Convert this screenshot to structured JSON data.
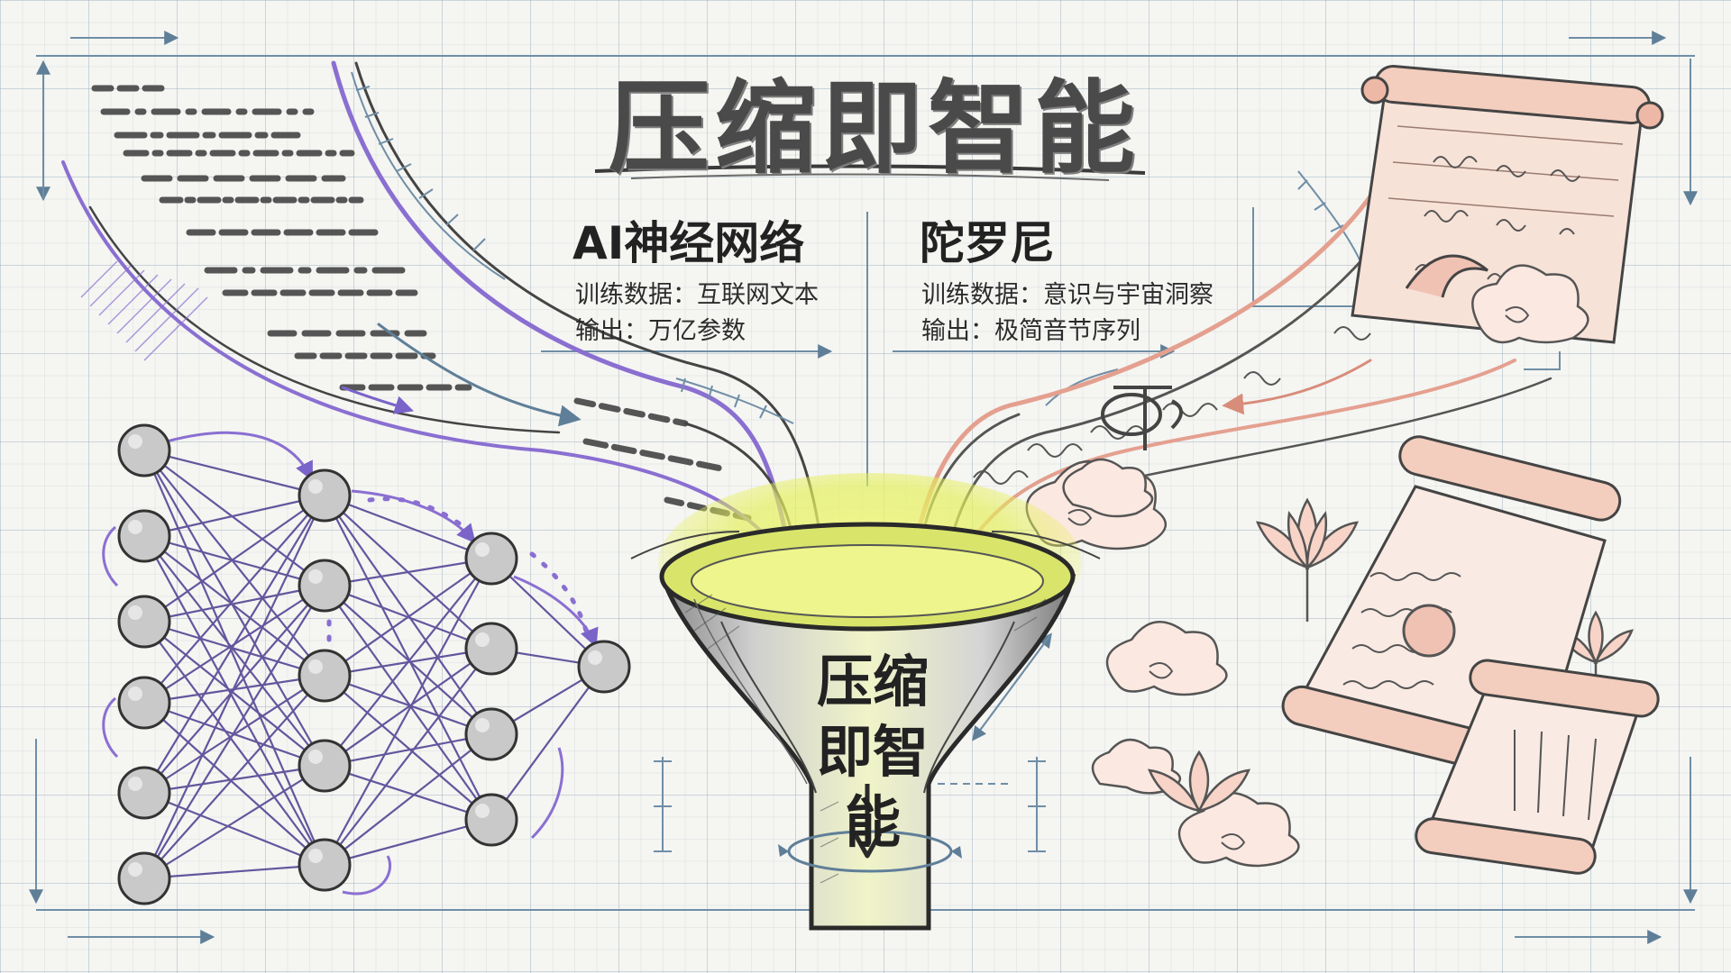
{
  "title": "压缩即智能",
  "left_panel": {
    "heading": "AI神经网络",
    "training_data": "训练数据：互联网文本",
    "output": "输出：万亿参数"
  },
  "right_panel": {
    "heading": "陀罗尼",
    "training_data": "训练数据：意识与宇宙洞察",
    "output": "输出：极简音节序列"
  },
  "funnel": {
    "label": "压缩即智能"
  },
  "colors": {
    "ink": "#2c2c2c",
    "ai_accent": "#8a6fd1",
    "dharani_accent": "#e4a08f",
    "funnel_glow": "#e8f25a",
    "measure_lines": "#6f8ea6"
  },
  "icons": [
    "neural-network-icon",
    "funnel-icon",
    "scroll-icon",
    "lotus-icon",
    "cloud-icon"
  ]
}
